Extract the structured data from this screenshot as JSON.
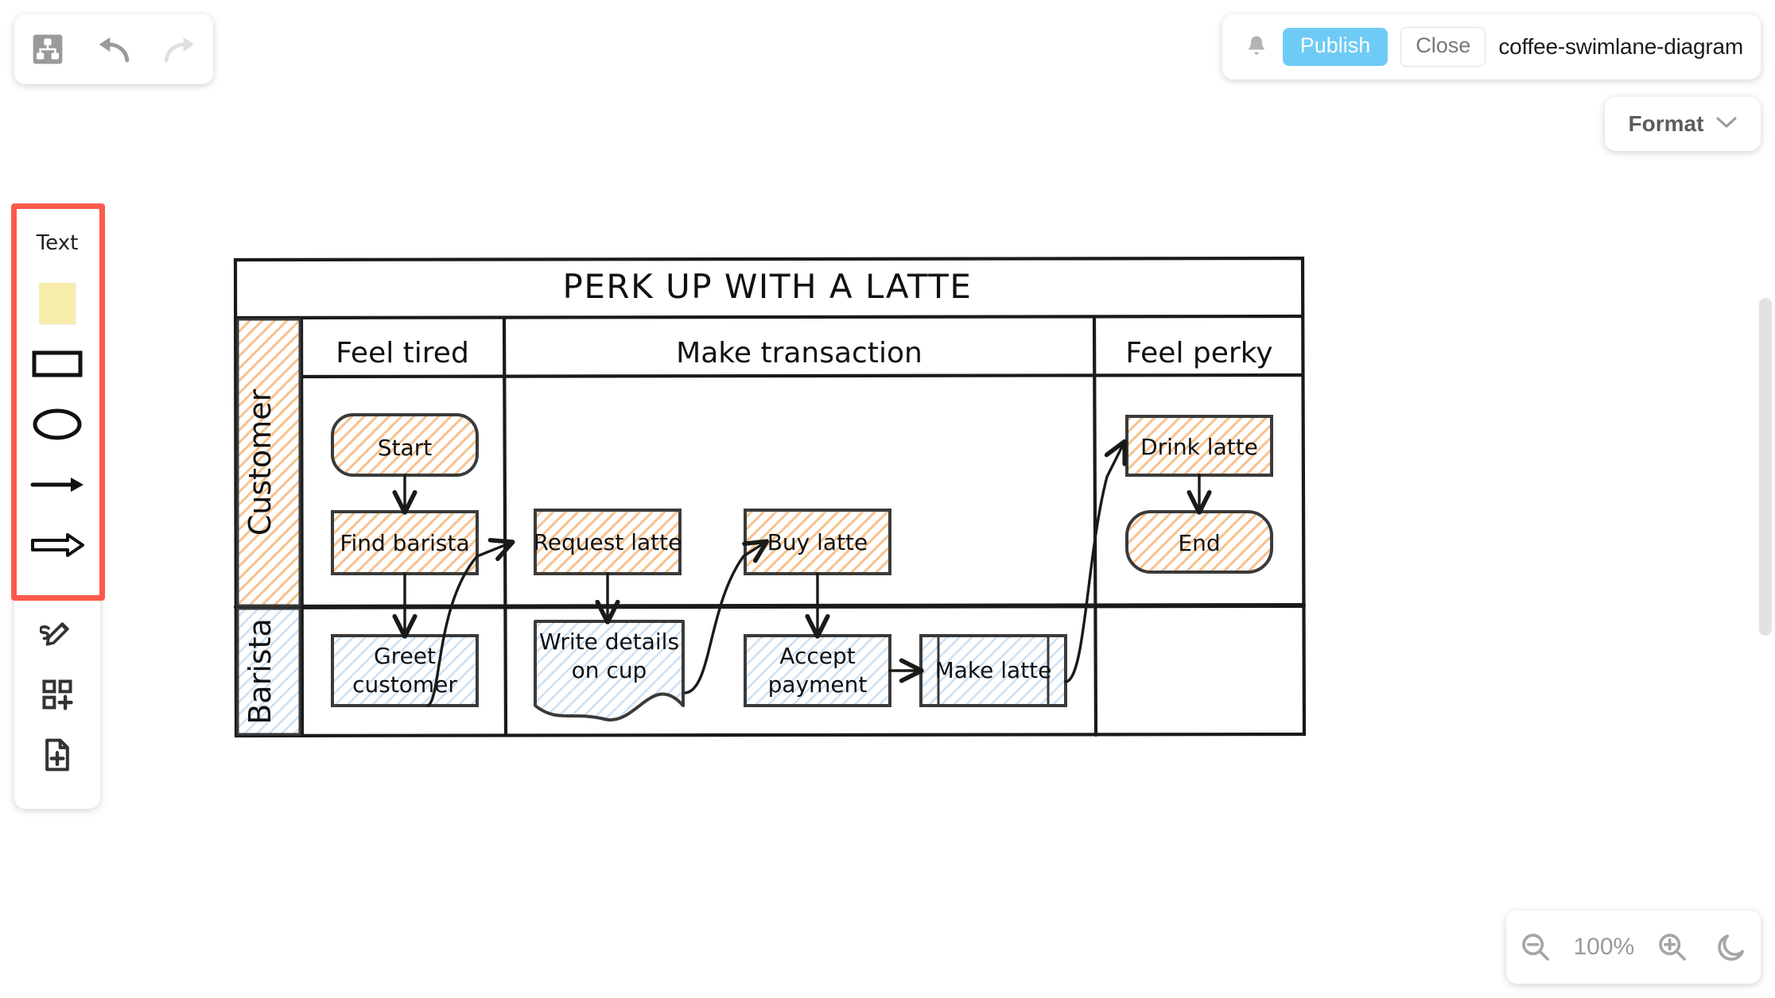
{
  "toolbar": {
    "items": [
      {
        "name": "sitemap-icon",
        "label": "Diagram"
      },
      {
        "name": "undo-icon",
        "label": "Undo"
      },
      {
        "name": "redo-icon",
        "label": "Redo"
      }
    ]
  },
  "topbar": {
    "bell_label": "Notifications",
    "publish_label": "Publish",
    "close_label": "Close",
    "document_title": "coffee-swimlane-diagram",
    "publish_color": "#6ecbf5"
  },
  "format": {
    "label": "Format",
    "chevron": "chevron-down-icon"
  },
  "palette": {
    "highlight_color": "#fc5a4c",
    "items": [
      {
        "name": "text-tool",
        "label": "Text"
      },
      {
        "name": "sticky-note-tool",
        "label": "Sticky note",
        "color": "#f7edab"
      },
      {
        "name": "rectangle-tool",
        "label": "Rectangle"
      },
      {
        "name": "ellipse-tool",
        "label": "Ellipse"
      },
      {
        "name": "arrow-tool",
        "label": "Arrow"
      },
      {
        "name": "block-arrow-tool",
        "label": "Block arrow"
      }
    ],
    "footer_items": [
      {
        "name": "draw-tool",
        "label": "Draw"
      },
      {
        "name": "add-shape-tool",
        "label": "Add shape"
      },
      {
        "name": "add-page-tool",
        "label": "Add page"
      }
    ]
  },
  "zoombar": {
    "zoom_out_label": "Zoom out",
    "zoom_level": "100%",
    "zoom_in_label": "Zoom in",
    "dark_mode_label": "Dark mode"
  },
  "diagram": {
    "title": "PERK UP WITH A LATTE",
    "phases": [
      "Feel tired",
      "Make transaction",
      "Feel perky"
    ],
    "lanes": [
      {
        "label": "Customer",
        "color": "#f6b97a"
      },
      {
        "label": "Barista",
        "color": "#a8c8ea"
      }
    ],
    "nodes": [
      {
        "id": "start",
        "label": "Start",
        "lane": "Customer",
        "phase": "Feel tired",
        "shape": "rounded",
        "fill": "orange"
      },
      {
        "id": "find-barista",
        "label": "Find barista",
        "lane": "Customer",
        "phase": "Feel tired",
        "shape": "rect",
        "fill": "orange"
      },
      {
        "id": "request-latte",
        "label": "Request latte",
        "lane": "Customer",
        "phase": "Make transaction",
        "shape": "rect",
        "fill": "orange"
      },
      {
        "id": "buy-latte",
        "label": "Buy latte",
        "lane": "Customer",
        "phase": "Make transaction",
        "shape": "rect",
        "fill": "orange"
      },
      {
        "id": "drink-latte",
        "label": "Drink latte",
        "lane": "Customer",
        "phase": "Feel perky",
        "shape": "rect",
        "fill": "orange"
      },
      {
        "id": "end",
        "label": "End",
        "lane": "Customer",
        "phase": "Feel perky",
        "shape": "rounded",
        "fill": "orange"
      },
      {
        "id": "greet-customer",
        "label": "Greet customer",
        "lane": "Barista",
        "phase": "Feel tired",
        "shape": "rect",
        "fill": "blue"
      },
      {
        "id": "write-details",
        "label": "Write details on cup",
        "lane": "Barista",
        "phase": "Make transaction",
        "shape": "document",
        "fill": "blue"
      },
      {
        "id": "accept-payment",
        "label": "Accept payment",
        "lane": "Barista",
        "phase": "Make transaction",
        "shape": "rect",
        "fill": "blue"
      },
      {
        "id": "make-latte",
        "label": "Make latte",
        "lane": "Barista",
        "phase": "Make transaction",
        "shape": "predefined-process",
        "fill": "blue"
      }
    ],
    "edges": [
      {
        "from": "start",
        "to": "find-barista"
      },
      {
        "from": "find-barista",
        "to": "greet-customer"
      },
      {
        "from": "greet-customer",
        "to": "request-latte"
      },
      {
        "from": "request-latte",
        "to": "write-details"
      },
      {
        "from": "write-details",
        "to": "buy-latte"
      },
      {
        "from": "buy-latte",
        "to": "accept-payment"
      },
      {
        "from": "accept-payment",
        "to": "make-latte"
      },
      {
        "from": "make-latte",
        "to": "drink-latte"
      },
      {
        "from": "drink-latte",
        "to": "end"
      }
    ],
    "node_labels": {
      "start": "Start",
      "find_barista": "Find barista",
      "request_latte": "Request latte",
      "buy_latte": "Buy latte",
      "drink_latte": "Drink latte",
      "end": "End",
      "greet_customer_l1": "Greet",
      "greet_customer_l2": "customer",
      "write_details_l1": "Write details",
      "write_details_l2": "on cup",
      "accept_payment_l1": "Accept",
      "accept_payment_l2": "payment",
      "make_latte": "Make latte"
    }
  }
}
